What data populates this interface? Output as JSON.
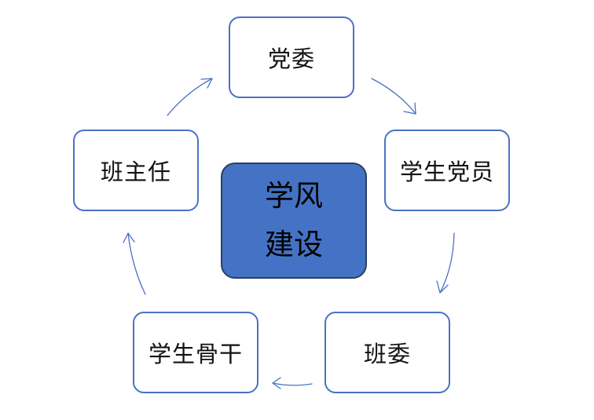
{
  "diagram": {
    "center": {
      "line1": "学风",
      "line2": "建设"
    },
    "nodes": {
      "dangwei": "党委",
      "xuesheng_dangyuan": "学生党员",
      "banwei": "班委",
      "xuesheng_gugan": "学生骨干",
      "banzhuren": "班主任"
    },
    "colors": {
      "accent": "#4472C4",
      "node_border": "#4A72C4",
      "arrow": "#4A72C4"
    }
  }
}
